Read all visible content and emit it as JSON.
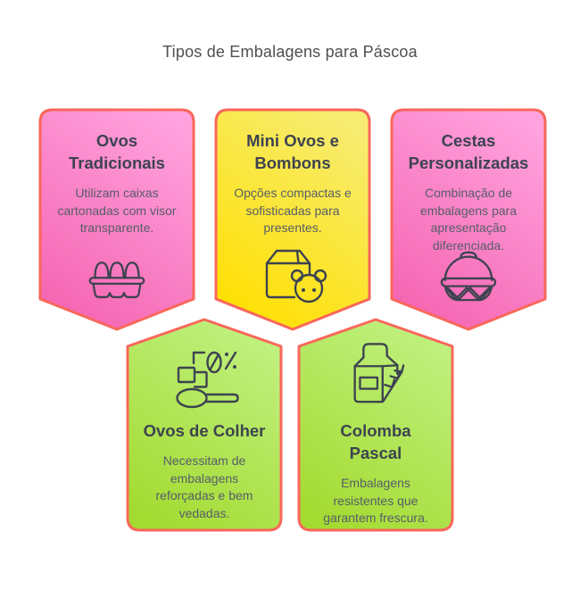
{
  "page": {
    "title": "Tipos de Embalagens para Páscoa"
  },
  "colors": {
    "border": "#f9675a",
    "icon_stroke": "#3d4350",
    "card_title_text": "#3d4350",
    "card_body_text": "#565d68",
    "main_title_text": "#4f4f4f",
    "pink_top": "#ffa2dd",
    "pink_bottom": "#f565b1",
    "yellow_top": "#f7ec72",
    "yellow_bottom": "#ffe001",
    "green_top": "#c0f181",
    "green_bottom": "#a4db31"
  },
  "cards": [
    {
      "title": "Ovos Tradicionais",
      "description": "Utilizam caixas cartonadas com visor transparente.",
      "icon": "egg-carton-icon",
      "color": "pink",
      "row": "top"
    },
    {
      "title": "Mini Ovos e Bombons",
      "description": "Opções compactas e sofisticadas para presentes.",
      "icon": "gift-box-bear-icon",
      "color": "yellow",
      "row": "top"
    },
    {
      "title": "Cestas Personalizadas",
      "description": "Combinação de embalagens para apresentação diferenciada.",
      "icon": "basket-icon",
      "color": "pink",
      "row": "top"
    },
    {
      "title": "Ovos de Colher",
      "description": "Necessitam de embalagens reforçadas e bem vedadas.",
      "icon": "spoon-measure-icon",
      "color": "green",
      "row": "bottom"
    },
    {
      "title": "Colomba Pascal",
      "description": "Embalagens resistentes que garantem frescura.",
      "icon": "carton-sprig-icon",
      "color": "green",
      "row": "bottom"
    }
  ]
}
